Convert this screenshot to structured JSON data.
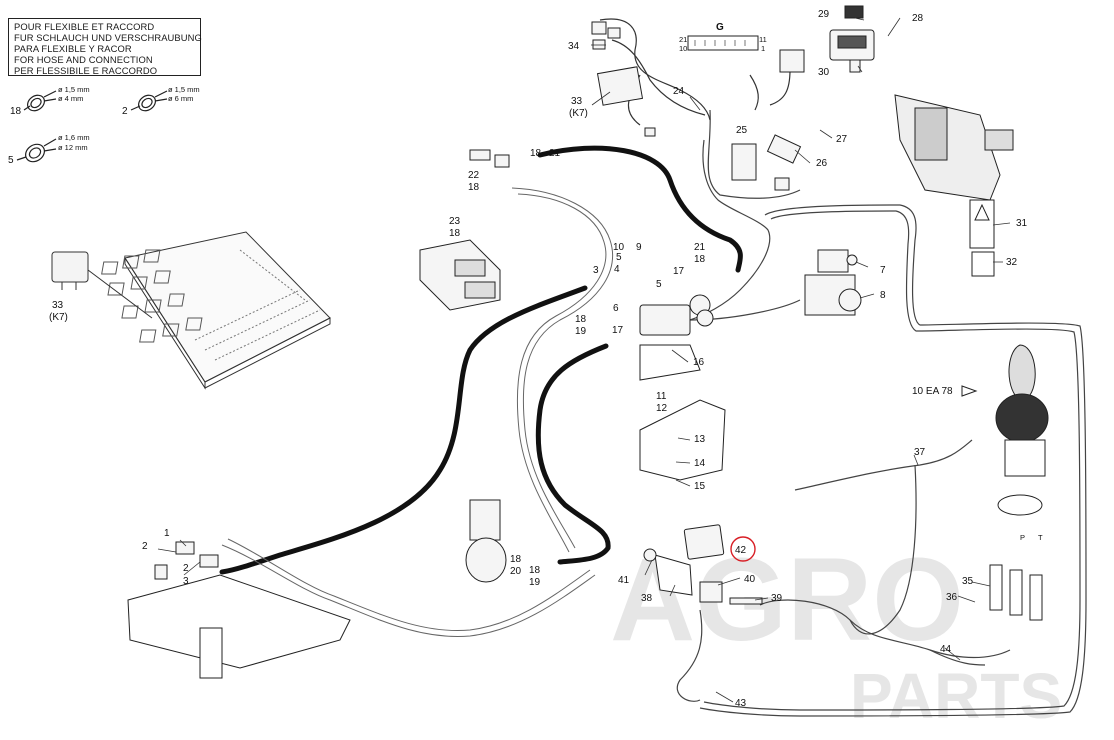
{
  "legend": {
    "lines": [
      "POUR FLEXIBLE ET RACCORD",
      "FUR SCHLAUCH UND VERSCHRAUBUNG",
      "PARA FLEXIBLE Y RACOR",
      "FOR HOSE AND CONNECTION",
      "PER FLESSIBILE E RACCORDO"
    ]
  },
  "seals": [
    {
      "ref": "18",
      "d1": "ø 1,5 mm",
      "d2": "ø 4 mm"
    },
    {
      "ref": "2",
      "d1": "ø 1,5 mm",
      "d2": "ø 6 mm"
    },
    {
      "ref": "5",
      "d1": "ø 1,6 mm",
      "d2": "ø 12 mm"
    }
  ],
  "connector_g": {
    "label": "G",
    "top_left": "21",
    "top_right": "11",
    "bottom_left": "10",
    "bottom_right": "1"
  },
  "relay_label": {
    "ref": "33",
    "sub": "(K7)"
  },
  "joystick_ref": "10 EA 78",
  "highlighted_part": "42",
  "callouts": [
    "1",
    "2",
    "3",
    "4",
    "5",
    "6",
    "7",
    "8",
    "9",
    "10",
    "11",
    "12",
    "13",
    "14",
    "15",
    "16",
    "17",
    "18",
    "19",
    "20",
    "21",
    "22",
    "23",
    "24",
    "25",
    "26",
    "27",
    "28",
    "29",
    "30",
    "31",
    "32",
    "33",
    "34",
    "35",
    "36",
    "37",
    "38",
    "39",
    "40",
    "41",
    "43",
    "44"
  ],
  "valve_labels": {
    "p": "P",
    "t": "T"
  },
  "watermark": {
    "line1": "AGRO",
    "line2": "PARTS"
  }
}
